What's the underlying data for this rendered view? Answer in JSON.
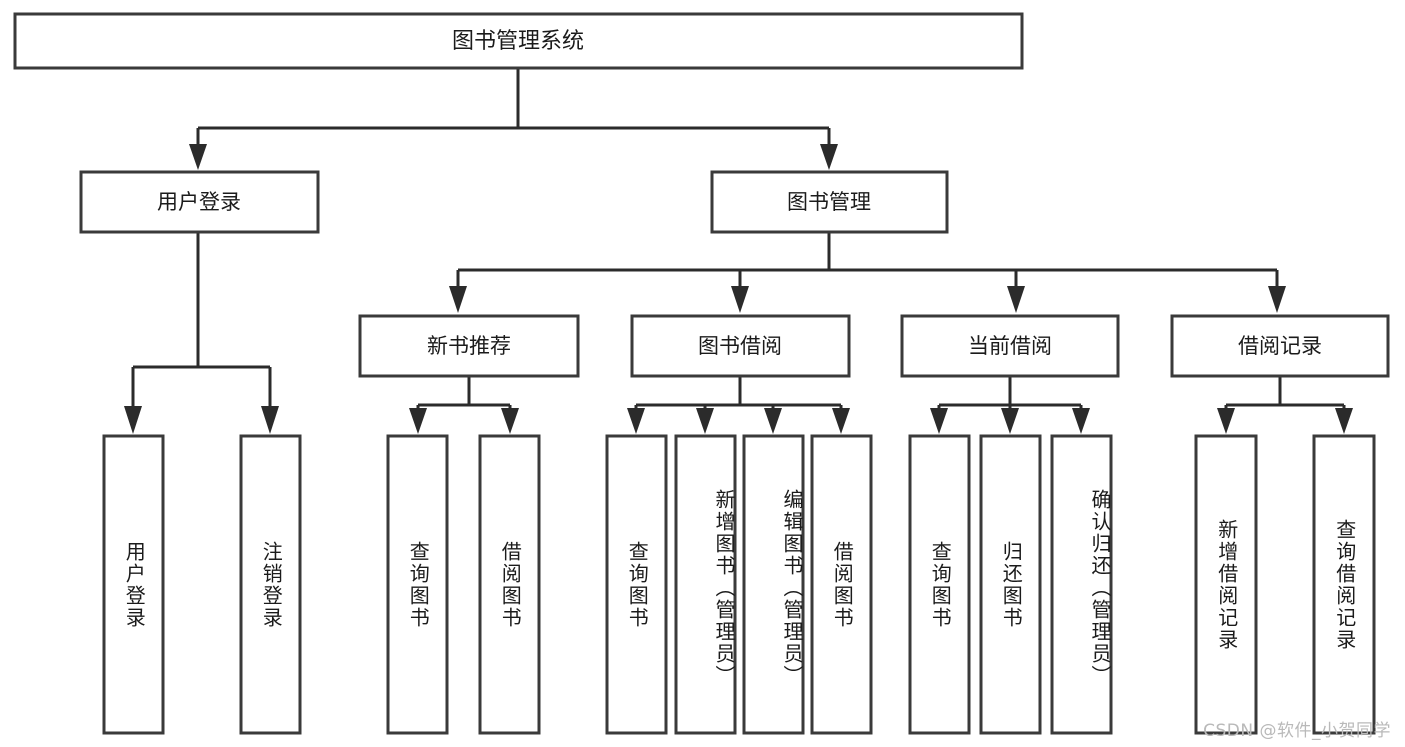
{
  "diagram": {
    "title": "图书管理系统",
    "type": "tree",
    "orientation": "top-down",
    "colors": {
      "background": "#ffffff",
      "box_fill": "#ffffff",
      "box_stroke": "#3a3a3a",
      "connector": "#2b2b2b",
      "text": "#1b1b1b",
      "watermark": "#b9b9b9"
    },
    "watermark": "CSDN @软件_小贺同学",
    "nodes": {
      "root": {
        "label": "图书管理系统"
      },
      "level2": [
        {
          "label": "用户登录"
        },
        {
          "label": "图书管理"
        }
      ],
      "level3": [
        {
          "label": "新书推荐"
        },
        {
          "label": "图书借阅"
        },
        {
          "label": "当前借阅"
        },
        {
          "label": "借阅记录"
        }
      ],
      "leaves": {
        "user_login": [
          {
            "label": "用户登录"
          },
          {
            "label": "注销登录"
          }
        ],
        "new_book_recommend": [
          {
            "label": "查询图书"
          },
          {
            "label": "借阅图书"
          }
        ],
        "book_borrow": [
          {
            "label": "查询图书"
          },
          {
            "label": "新增图书（管理员）"
          },
          {
            "label": "编辑图书（管理员）"
          },
          {
            "label": "借阅图书"
          }
        ],
        "current_borrow": [
          {
            "label": "查询图书"
          },
          {
            "label": "归还图书"
          },
          {
            "label": "确认归还（管理员）"
          }
        ],
        "borrow_record": [
          {
            "label": "新增借阅记录"
          },
          {
            "label": "查询借阅记录"
          }
        ]
      }
    }
  }
}
